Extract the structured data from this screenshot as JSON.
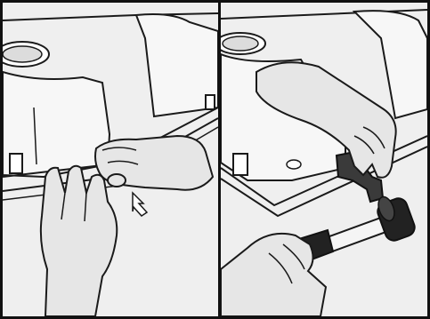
{
  "illustration": {
    "panels": [
      {
        "id": "left",
        "step": "press-clip"
      },
      {
        "id": "right",
        "step": "tap-with-mallet"
      }
    ],
    "icons": [
      "hand-icon",
      "arrow-icon",
      "bracket-icon",
      "mallet-icon"
    ],
    "colors": {
      "line": "#1a1a1a",
      "hand_fill": "#e6e6e6",
      "tub_fill": "#f7f7f7",
      "panel_fill": "#efefef",
      "mallet_head": "#222222",
      "mallet_handle": "#f5f5f5"
    }
  }
}
